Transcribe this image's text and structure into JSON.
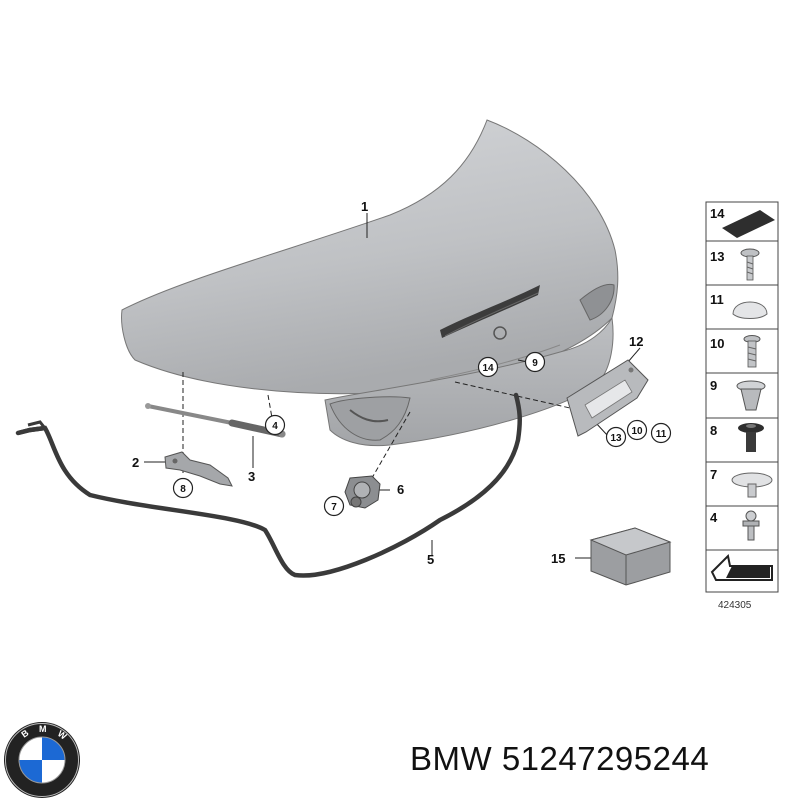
{
  "callouts": {
    "c1": "1",
    "c2": "2",
    "c3": "3",
    "c4": "4",
    "c5": "5",
    "c6": "6",
    "c7": "7",
    "c8": "8",
    "c9": "9",
    "c10": "10",
    "c11": "11",
    "c12": "12",
    "c13": "13",
    "c14": "14",
    "c15": "15"
  },
  "side_panel": {
    "items": [
      "14",
      "13",
      "11",
      "10",
      "9",
      "8",
      "7",
      "4"
    ]
  },
  "diagram_number": "424305",
  "footer": {
    "brand": "BMW",
    "part_number": "51247295244",
    "full_label": "BMW 51247295244"
  },
  "logo": {
    "letters": "BMW"
  },
  "colors": {
    "trunk_lid": "#c3c5c8",
    "seal": "#3a3a3a",
    "bmw_blue": "#1c69d4"
  }
}
